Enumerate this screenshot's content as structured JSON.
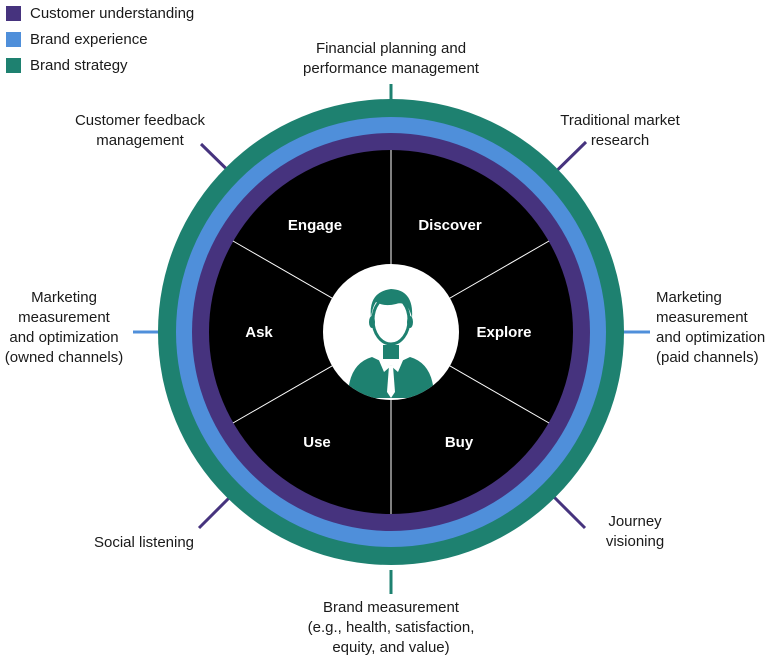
{
  "legend": [
    {
      "label": "Customer understanding",
      "color": "#46337e"
    },
    {
      "label": "Brand experience",
      "color": "#4f8fda"
    },
    {
      "label": "Brand strategy",
      "color": "#1e8170"
    }
  ],
  "colors": {
    "outer_ring": "#1e8170",
    "middle_ring": "#4f8fda",
    "inner_ring": "#46337e",
    "segments": "#000000",
    "divider": "#ffffff",
    "center_circle": "#ffffff",
    "avatar": "#1e8170"
  },
  "segments": [
    "Discover",
    "Explore",
    "Buy",
    "Use",
    "Ask",
    "Engage"
  ],
  "callouts": {
    "top": "Financial planning and\nperformance management",
    "top_right": "Traditional market\nresearch",
    "right": "Marketing\nmeasurement\nand optimization\n(paid channels)",
    "bottom_right": "Journey\nvisioning",
    "bottom": "Brand measurement\n(e.g., health, satisfaction,\nequity, and value)",
    "bottom_left": "Social listening",
    "left": "Marketing\nmeasurement\nand optimization\n(owned channels)",
    "top_left": "Customer feedback\nmanagement"
  },
  "center_icon": "customer-avatar-icon"
}
